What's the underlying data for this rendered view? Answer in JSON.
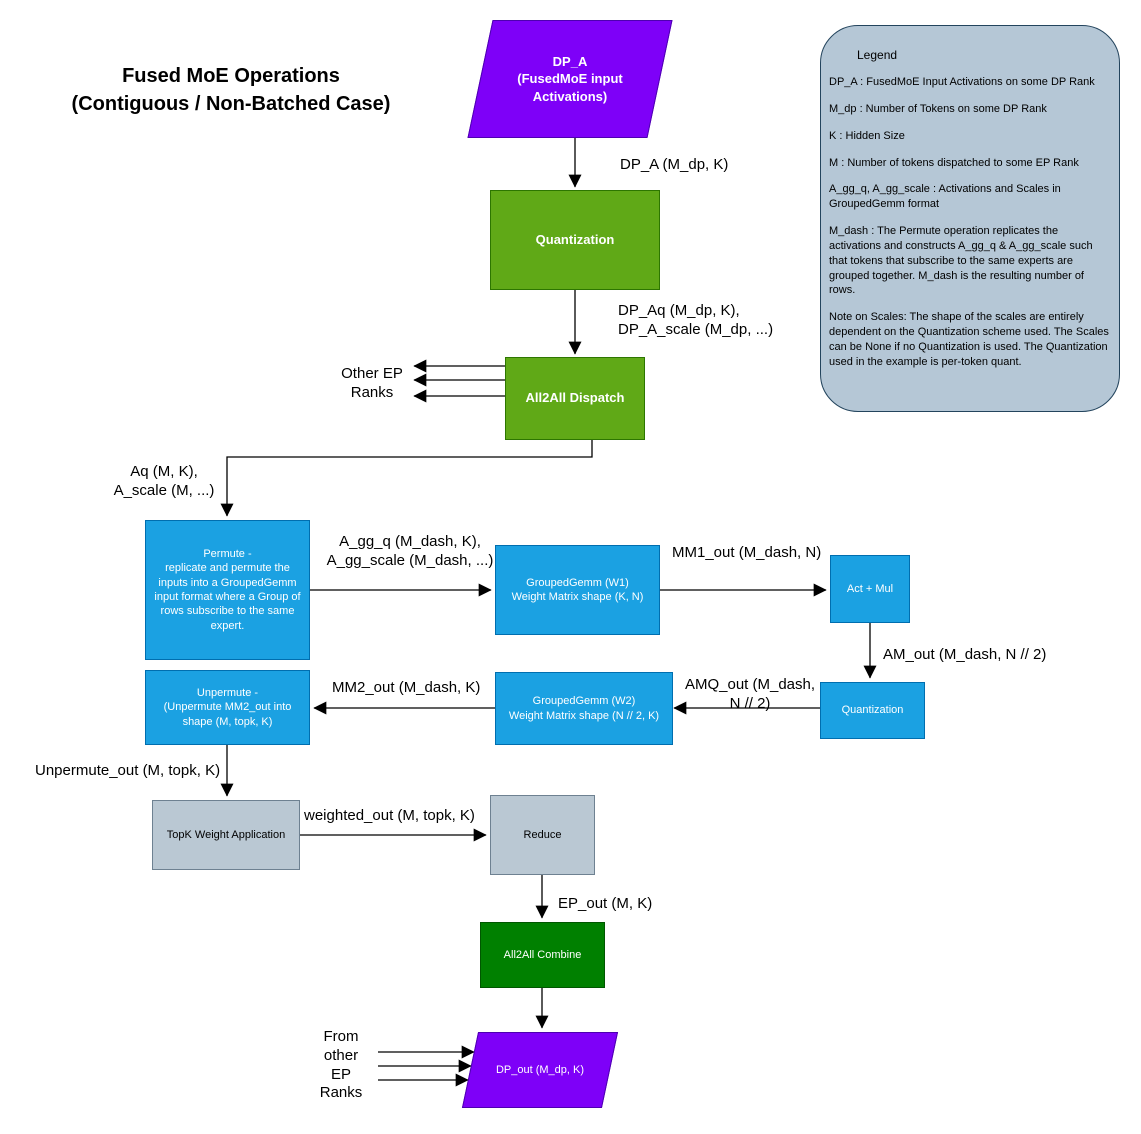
{
  "title": "Fused MoE Operations\n(Contiguous / Non-Batched Case)",
  "nodes": {
    "dp_a": {
      "label": "DP_A\n(FusedMoE input\nActivations)"
    },
    "quantization_1": {
      "label": "Quantization"
    },
    "all2all_dispatch": {
      "label": "All2All Dispatch"
    },
    "permute": {
      "label": "Permute -\nreplicate and permute the\ninputs into a GroupedGemm\ninput format where a Group of\nrows subscribe to the same\nexpert."
    },
    "grouped_gemm_w1": {
      "label": "GroupedGemm (W1)\nWeight Matrix shape (K, N)"
    },
    "act_mul": {
      "label": "Act + Mul"
    },
    "quantization_2": {
      "label": "Quantization"
    },
    "grouped_gemm_w2": {
      "label": "GroupedGemm (W2)\nWeight Matrix shape (N // 2, K)"
    },
    "unpermute": {
      "label": "Unpermute -\n(Unpermute MM2_out into\nshape (M, topk, K)"
    },
    "topk_weight_application": {
      "label": "TopK Weight Application"
    },
    "reduce": {
      "label": "Reduce"
    },
    "all2all_combine": {
      "label": "All2All Combine"
    },
    "dp_out": {
      "label": "DP_out (M_dp, K)"
    }
  },
  "edge_labels": {
    "dp_a_to_quantization": "DP_A (M_dp, K)",
    "quantization_to_dispatch": "DP_Aq (M_dp, K),\nDP_A_scale (M_dp, ...)",
    "other_ep_ranks": "Other EP\nRanks",
    "dispatch_to_permute": "Aq (M, K),\nA_scale (M, ...)",
    "permute_to_grouped_gemm_w1": "A_gg_q (M_dash, K),\nA_gg_scale (M_dash, ...)",
    "grouped_gemm_w1_to_act_mul": "MM1_out (M_dash, N)",
    "act_mul_to_quantization": "AM_out (M_dash, N // 2)",
    "quantization_to_grouped_gemm_w2": "AMQ_out (M_dash,\nN // 2)",
    "grouped_gemm_w2_to_unpermute": "MM2_out (M_dash, K)",
    "unpermute_to_topk": "Unpermute_out (M, topk, K)",
    "topk_to_reduce": "weighted_out (M, topk, K)",
    "reduce_to_combine": "EP_out (M, K)",
    "from_other_ep_ranks": "From\nother\nEP\nRanks"
  },
  "legend": {
    "title": "Legend",
    "items": [
      "DP_A : FusedMoE Input Activations on some DP Rank",
      "M_dp : Number of Tokens on some DP Rank",
      "K : Hidden Size",
      "M : Number of tokens dispatched to some EP Rank",
      "A_gg_q, A_gg_scale : Activations and Scales in GroupedGemm format",
      "M_dash : The Permute operation replicates the activations and constructs A_gg_q & A_gg_scale such that tokens that subscribe to the same experts are grouped together. M_dash is the resulting number of rows.",
      "Note on Scales: The shape of the scales are entirely dependent on the Quantization scheme used. The Scales can be None if no Quantization is used. The Quantization used in the example is per-token quant."
    ]
  },
  "colors": {
    "io_purple": "#7E00F8",
    "process_green": "#60A917",
    "compute_blue": "#1BA1E2",
    "neutral_gray": "#BAC8D3",
    "combine_green": "#008000",
    "legend_fill": "#B5C7D6",
    "arrow_black": "#000000"
  }
}
